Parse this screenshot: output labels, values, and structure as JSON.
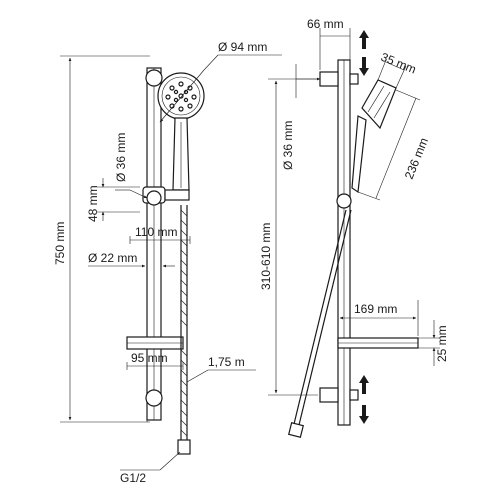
{
  "labels": {
    "height_total": "750 mm",
    "head_diameter": "Ø 94 mm",
    "holder_diameter": "Ø 36 mm",
    "holder_height": "48 mm",
    "holder_depth": "110 mm",
    "bar_diameter": "Ø 22 mm",
    "shelf_width": "95 mm",
    "hose_length": "1,75 m",
    "thread": "G1/2",
    "bracket_depth": "66 mm",
    "head_thickness": "35 mm",
    "side_holder_diameter": "Ø 36 mm",
    "bracket_range": "310-610 mm",
    "head_length": "236 mm",
    "shelf_depth": "169 mm",
    "shelf_height": "25 mm"
  },
  "colors": {
    "line": "#1a1a1a",
    "background": "#ffffff"
  }
}
